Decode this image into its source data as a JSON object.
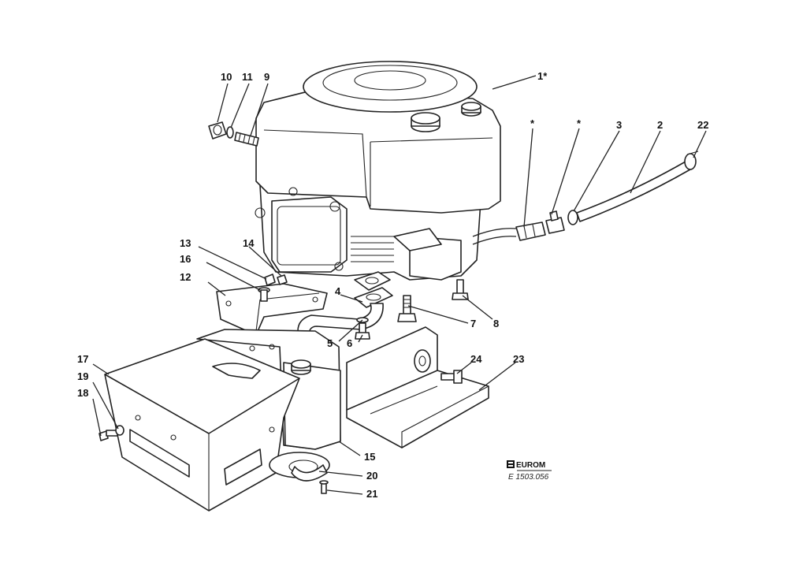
{
  "callouts": {
    "c1": "1*",
    "c2": "2",
    "c3": "3",
    "c4": "4",
    "c5": "5",
    "c6": "6",
    "c7": "7",
    "c8": "8",
    "c9": "9",
    "c10": "10",
    "c11": "11",
    "c12": "12",
    "c13": "13",
    "c14": "14",
    "c15": "15",
    "c16": "16",
    "c17": "17",
    "c18": "18",
    "c19": "19",
    "c20": "20",
    "c21": "21",
    "c22": "22",
    "c23": "23",
    "c24": "24",
    "star_a": "*",
    "star_b": "*"
  },
  "logo": {
    "text": "EUROM"
  },
  "drawing_code": "E 1503.056"
}
